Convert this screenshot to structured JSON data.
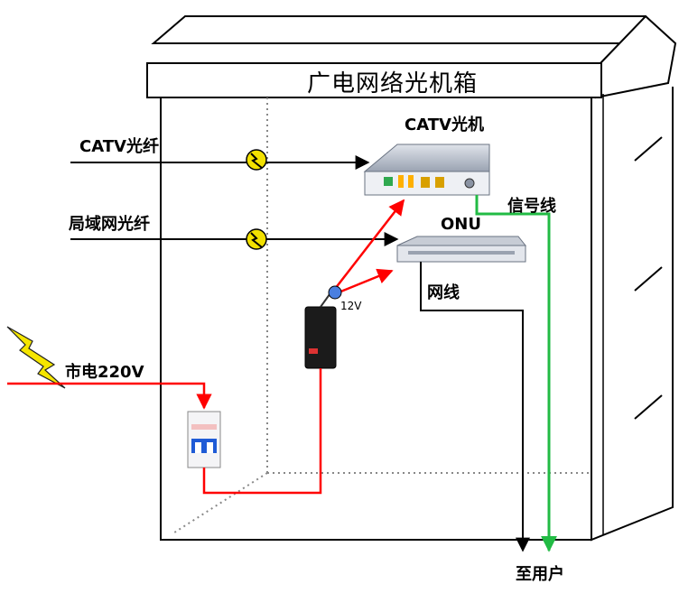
{
  "cabinet": {
    "title": "广电网络光机箱"
  },
  "devices": {
    "catv_optical_machine": "CATV光机",
    "onu": "ONU",
    "power_adapter_voltage": "12V"
  },
  "inputs": {
    "catv_fiber": "CATV光纤",
    "lan_fiber": "局域网光纤",
    "mains_power": "市电220V"
  },
  "cables": {
    "signal_line": "信号线",
    "network_cable": "网线"
  },
  "output": {
    "to_user": "至用户"
  },
  "colors": {
    "power_line": "#ff0000",
    "signal_line": "#22bb44",
    "fiber_line": "#000000",
    "fiber_marker": "#f2e000",
    "adapter_node": "#4a7fe0"
  }
}
